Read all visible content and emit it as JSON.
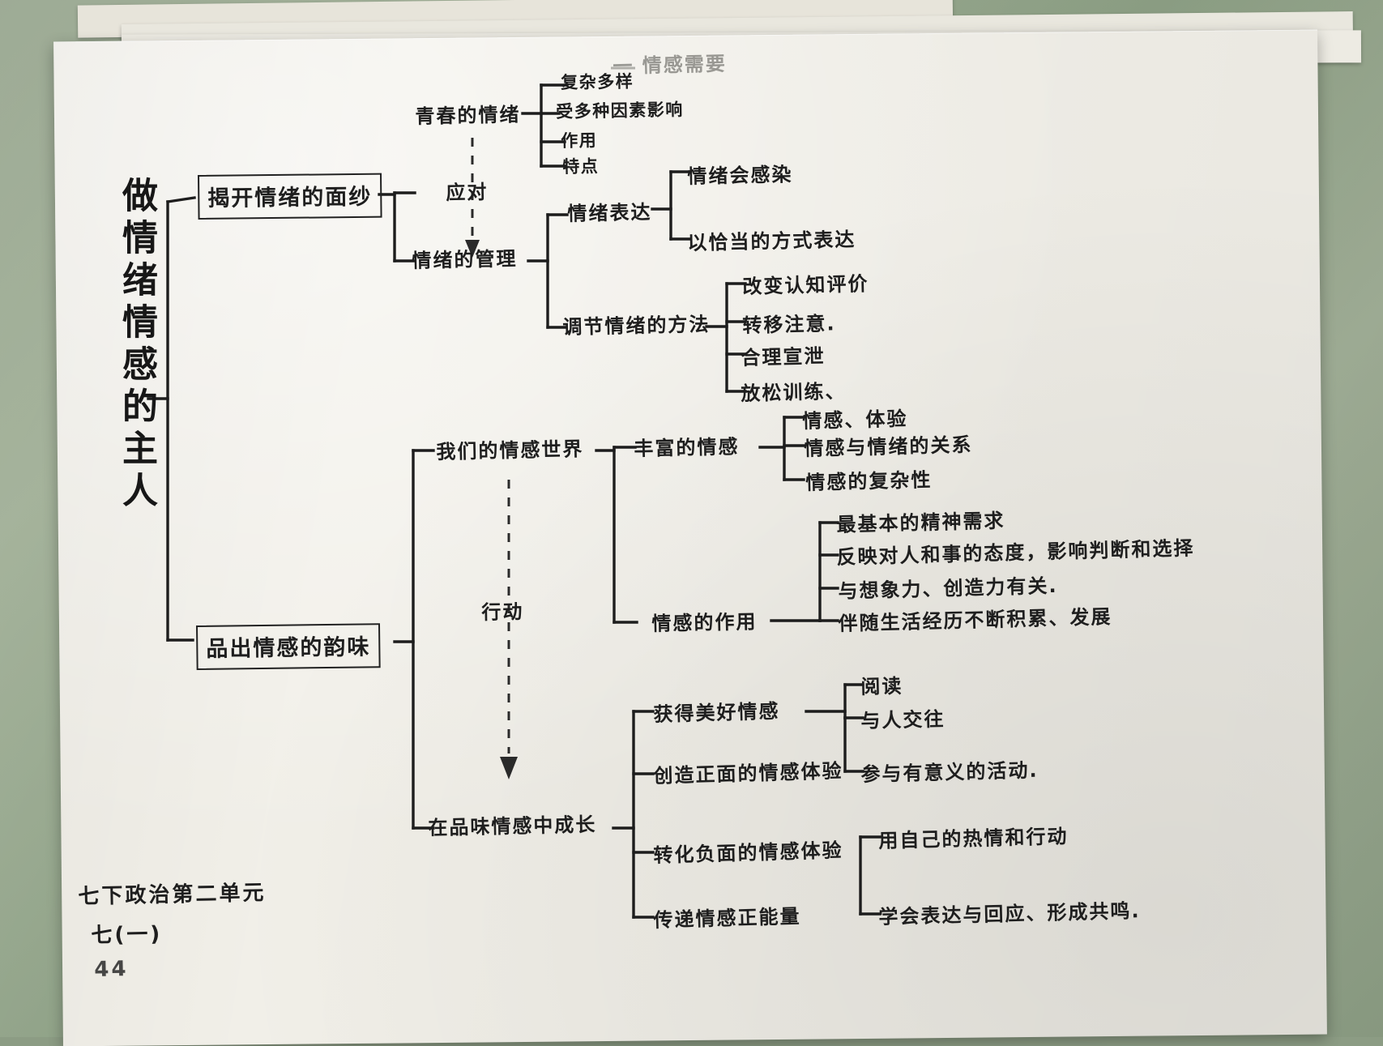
{
  "page": {
    "background_color": "#8c9c84",
    "paper_color": "#f1efe8",
    "ink_color": "#1e1e1e",
    "medium": "handwritten-mindmap-photo"
  },
  "root": {
    "title": "做情绪情感的主人"
  },
  "branches": [
    {
      "id": "b1",
      "label": "揭开情绪的面纱",
      "boxed": true,
      "children": [
        {
          "id": "b1-1",
          "label": "青春的情绪",
          "children": [
            {
              "label": "复杂多样"
            },
            {
              "label": "受多种因素影响"
            },
            {
              "label": "作用"
            },
            {
              "label": "特点"
            }
          ]
        },
        {
          "id": "b1-2",
          "label": "情绪的管理",
          "children": [
            {
              "label": "情绪表达",
              "children": [
                {
                  "label": "情绪会感染"
                },
                {
                  "label": "以恰当的方式表达"
                }
              ]
            },
            {
              "label": "调节情绪的方法",
              "children": [
                {
                  "label": "改变认知评价"
                },
                {
                  "label": "转移注意."
                },
                {
                  "label": "合理宣泄"
                },
                {
                  "label": "放松训练、"
                }
              ]
            }
          ]
        }
      ]
    },
    {
      "id": "b2",
      "label": "品出情感的韵味",
      "boxed": true,
      "children": [
        {
          "id": "b2-1",
          "label": "我们的情感世界",
          "children": [
            {
              "label": "丰富的情感",
              "children": [
                {
                  "label": "情感、体验"
                },
                {
                  "label": "情感与情绪的关系"
                },
                {
                  "label": "情感的复杂性"
                }
              ]
            },
            {
              "label": "情感的作用",
              "children": [
                {
                  "label": "最基本的精神需求"
                },
                {
                  "label": "反映对人和事的态度，影响判断和选择"
                },
                {
                  "label": "与想象力、创造力有关."
                },
                {
                  "label": "伴随生活经历不断积累、发展"
                }
              ]
            }
          ]
        },
        {
          "id": "b2-2",
          "label": "在品味情感中成长",
          "children": [
            {
              "label": "获得美好情感",
              "children": [
                {
                  "label": "阅读"
                },
                {
                  "label": "与人交往"
                }
              ]
            },
            {
              "label": "创造正面的情感体验",
              "children": [
                {
                  "label": "参与有意义的活动."
                }
              ]
            },
            {
              "label": "转化负面的情感体验",
              "children": [
                {
                  "label": "用自己的热情和行动"
                }
              ]
            },
            {
              "label": "传递情感正能量",
              "children": [
                {
                  "label": "学会表达与回应、形成共鸣."
                }
              ]
            }
          ]
        }
      ]
    }
  ],
  "annotations": {
    "dashed_label_top": "应对",
    "dashed_label_bottom": "行动",
    "faded_top_right": "一 情感需要"
  },
  "footer": {
    "line1": "七下政治第二单元",
    "line2": "七(一)",
    "line3": "44"
  }
}
